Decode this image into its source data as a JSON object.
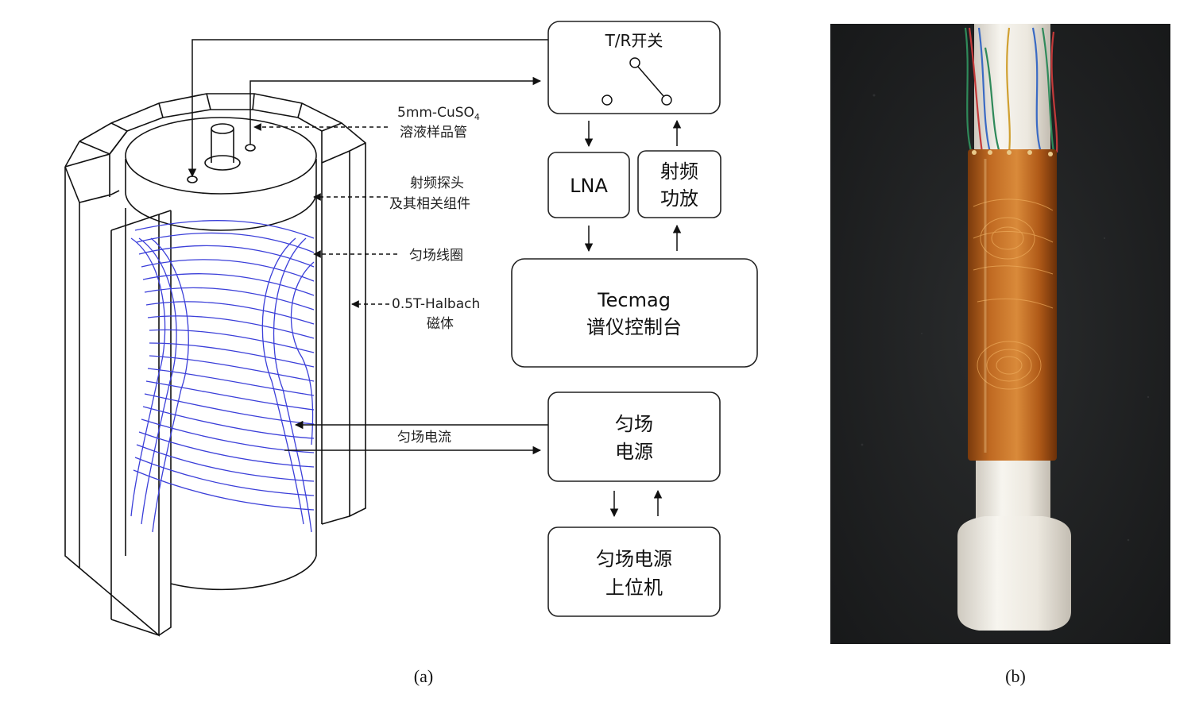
{
  "panel_a": {
    "labels": {
      "sample_line1": "5mm-CuSO",
      "sample_sub": "4",
      "sample_line2": "溶液样品管",
      "probe_line1": "射频探头",
      "probe_line2": "及其相关组件",
      "coil": "匀场线圈",
      "magnet_line1": "0.5T-Halbach",
      "magnet_line2": "磁体",
      "current": "匀场电流"
    },
    "blocks": {
      "tr_switch": "T/R开关",
      "lna": "LNA",
      "rf_amp_line1": "射频",
      "rf_amp_line2": "功放",
      "console_line1": "Tecmag",
      "console_line2": "谱仪控制台",
      "shim_ps_line1": "匀场",
      "shim_ps_line2": "电源",
      "host_line1": "匀场电源",
      "host_line2": "上位机"
    },
    "caption": "(a)"
  },
  "panel_b": {
    "caption": "(b)"
  },
  "colors": {
    "coil_line": "#3b3fd9",
    "kapton": "#b8641e",
    "photo_bg": "#1e2021",
    "ptfe": "#f2efe8"
  }
}
